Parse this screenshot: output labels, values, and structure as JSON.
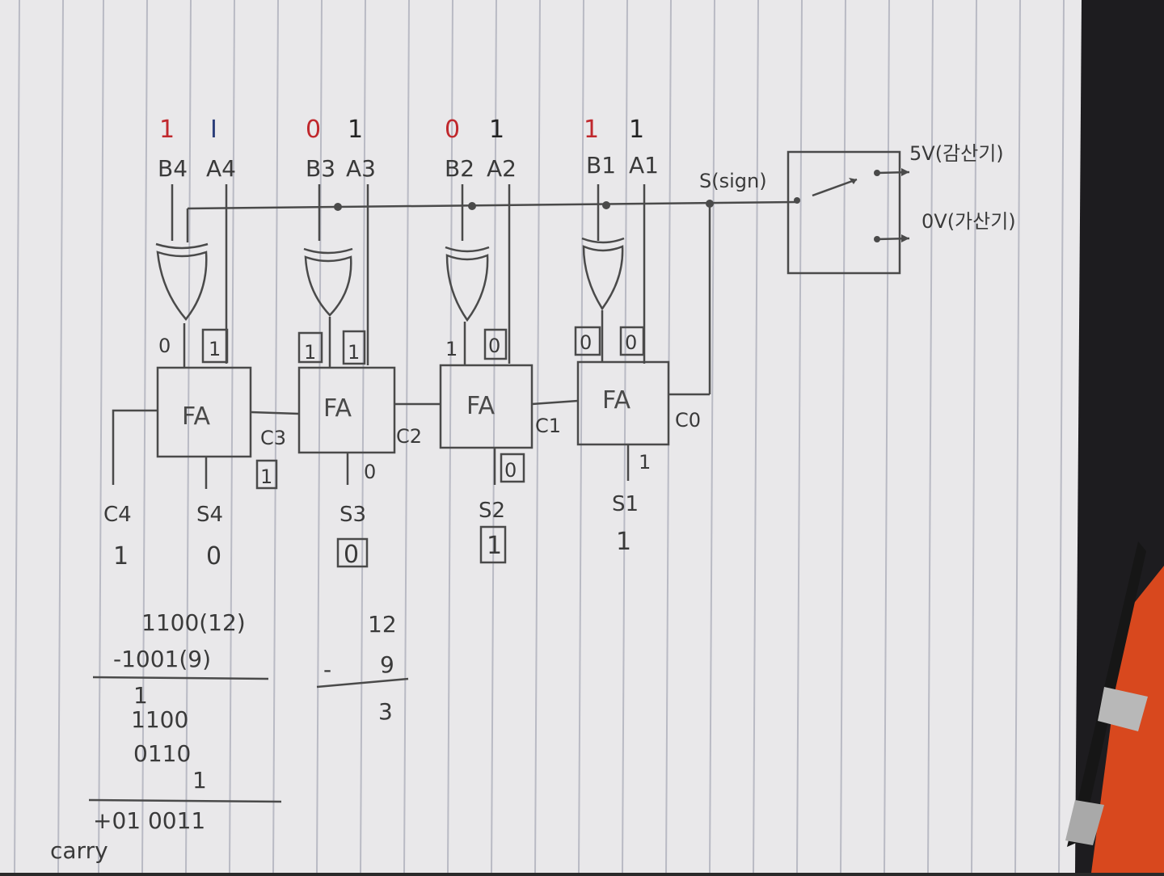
{
  "colors": {
    "paper": "#e9e8ea",
    "ruling": "#b9bac4",
    "pencil": "#4a4a4a",
    "red_ink": "#c0282d",
    "blue_ink": "#2c3e7a",
    "black_ink": "#222222",
    "desk_dark": "#1d1c1f",
    "desk_orange": "#d8481e"
  },
  "stages": [
    {
      "b_val": "1",
      "a_val": "I",
      "b_label": "B4",
      "a_label": "A4",
      "xor_out": "0",
      "a_in": "1",
      "fa": "FA",
      "carry_in": "C3",
      "sum_bit": "1",
      "sum_label": "S4",
      "result": "0",
      "a_val_ink": "blue"
    },
    {
      "b_val": "0",
      "a_val": "1",
      "b_label": "B3",
      "a_label": "A3",
      "xor_out": "1",
      "a_in": "1",
      "fa": "FA",
      "carry_in": "C2",
      "sum_bit": "0",
      "sum_label": "S3",
      "result": "0",
      "a_val_ink": "black"
    },
    {
      "b_val": "0",
      "a_val": "1",
      "b_label": "B2",
      "a_label": "A2",
      "xor_out": "1",
      "a_in": "0",
      "fa": "FA",
      "carry_in": "C1",
      "sum_bit": "0",
      "sum_label": "S2",
      "result": "1",
      "a_val_ink": "black"
    },
    {
      "b_val": "1",
      "a_val": "1",
      "b_label": "B1",
      "a_label": "A1",
      "xor_out": "0",
      "a_in": "0",
      "fa": "FA",
      "carry_in": "C0",
      "sum_bit": "1",
      "sum_label": "S1",
      "result": "1",
      "a_val_ink": "black"
    }
  ],
  "carry_out": {
    "label": "C4",
    "value": "1"
  },
  "sign": {
    "label": "S(sign)"
  },
  "switch": {
    "upper": "5V(감산기)",
    "lower": "0V(가산기)"
  },
  "binary_work": {
    "minuend": "1100(12)",
    "subtrahend": "-1001(9)",
    "lines": [
      "1",
      "1100",
      "0110",
      "1"
    ],
    "result": "+01 0011",
    "carry_note": "carry"
  },
  "decimal_work": {
    "a": "12",
    "b": "9",
    "minus": "-",
    "result": "3"
  }
}
